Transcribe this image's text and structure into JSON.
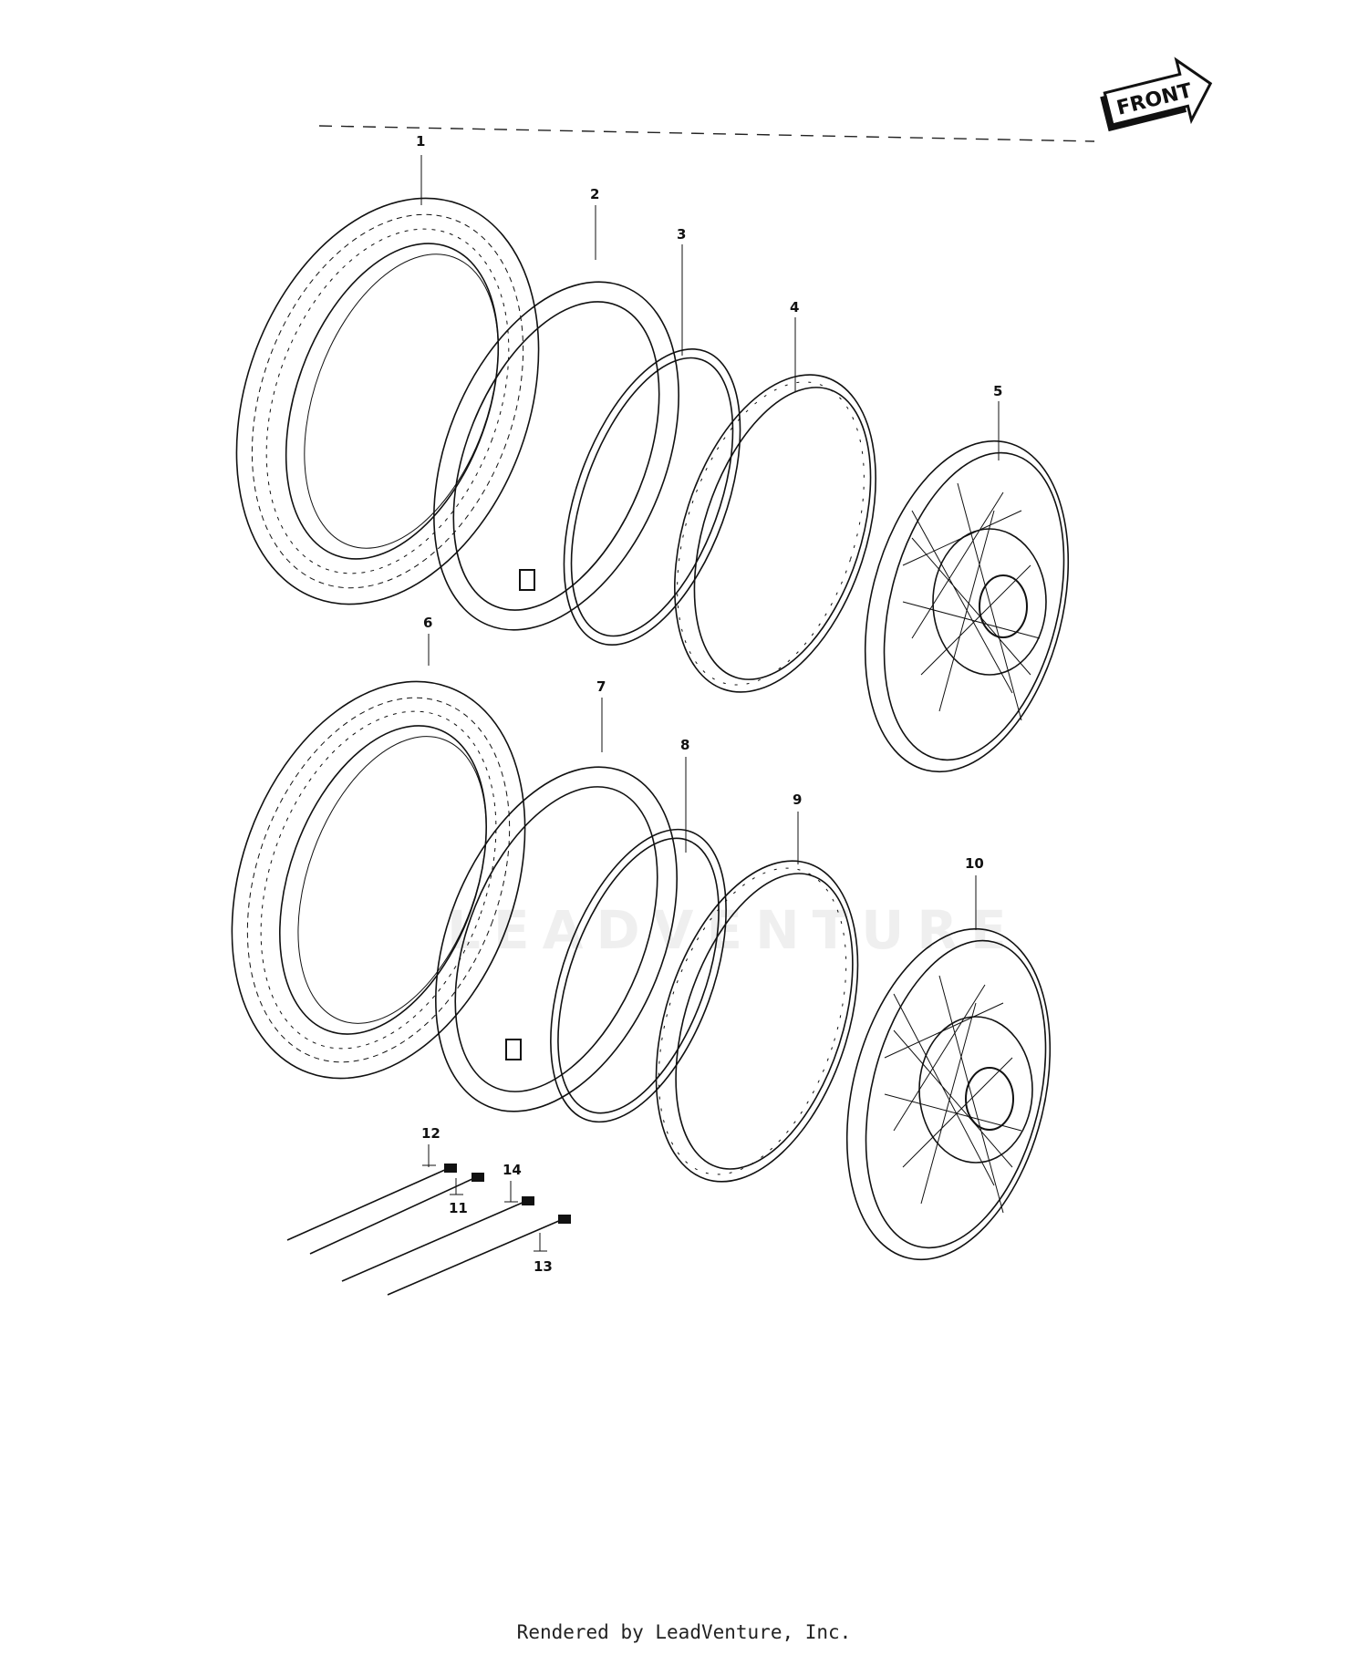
{
  "diagram": {
    "front_label": "FRONT",
    "watermark": "LEADVENTURE",
    "callouts": [
      "1",
      "2",
      "3",
      "4",
      "5",
      "6",
      "7",
      "8",
      "9",
      "10",
      "11",
      "12",
      "13",
      "14"
    ]
  },
  "footer": {
    "text": "Rendered by LeadVenture, Inc."
  }
}
